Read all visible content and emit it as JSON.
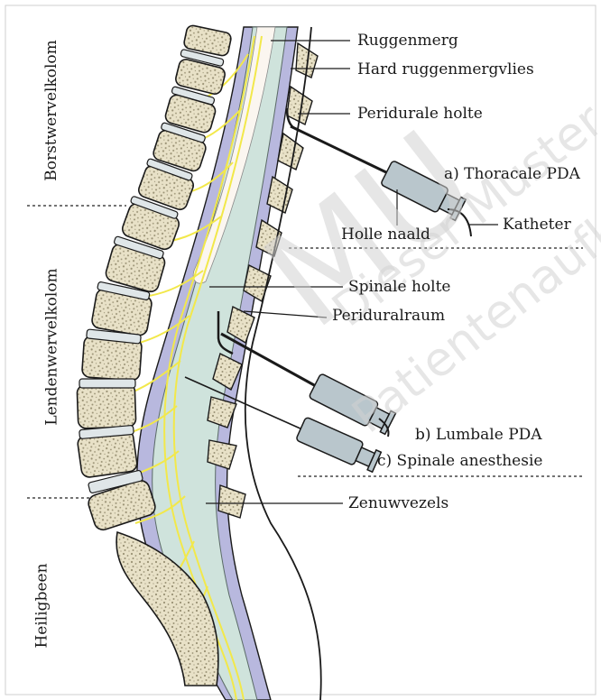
{
  "regions": {
    "thoracic": "Borstwervelkolom",
    "lumbar": "Lendenwervelkolom",
    "sacrum": "Heiligbeen"
  },
  "labels": {
    "spinal_cord": "Ruggenmerg",
    "dura": "Hard ruggenmergvlies",
    "epidural_space": "Peridurale holte",
    "thoracic_pda": "a) Thoracale PDA",
    "hollow_needle": "Holle naald",
    "catheter": "Katheter",
    "spinal_cavity": "Spinale holte",
    "periduralraum": "Periduralraum",
    "lumbar_pda": "b) Lumbale PDA",
    "spinal_anesthesia": "c) Spinale anesthesie",
    "nerve_fibers": "Zenuwvezels"
  },
  "watermark": {
    "line1": "MU",
    "line2": "Dieser Muster",
    "line3": "Patientenaufk"
  },
  "colors": {
    "bone": "#e8e1c7",
    "bone_speckle": "#9a9275",
    "disc": "#dfe6e8",
    "dura": "#b8b8de",
    "csf": "#cfe3dc",
    "cord": "#fbf6f0",
    "nerve": "#f2e84a",
    "syringe": "#b9c6cc",
    "outline": "#1a1a1a"
  }
}
